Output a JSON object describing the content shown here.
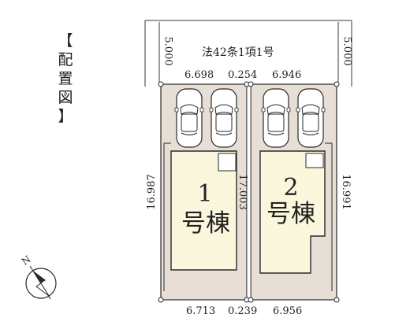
{
  "title": {
    "chars": [
      "【",
      "配",
      "置",
      "図",
      "】"
    ]
  },
  "road": {
    "label": "法42条1項1号",
    "left_width": "5.000",
    "right_width": "5.000"
  },
  "dimensions": {
    "top_lot1": "6.698",
    "top_gap": "0.254",
    "top_lot2": "6.946",
    "bottom_lot1": "6.713",
    "bottom_gap": "0.239",
    "bottom_lot2": "6.956",
    "left_depth": "16.987",
    "middle_depth": "17.003",
    "right_depth": "16.991"
  },
  "buildings": [
    {
      "number": "1",
      "name": "号棟"
    },
    {
      "number": "2",
      "name": "号棟"
    }
  ],
  "compass": {
    "label": "N"
  },
  "colors": {
    "lot_fill": "#e7ded6",
    "building_fill": "#fbf7dc",
    "line": "#2a2a2a"
  },
  "parking_spaces": 4
}
